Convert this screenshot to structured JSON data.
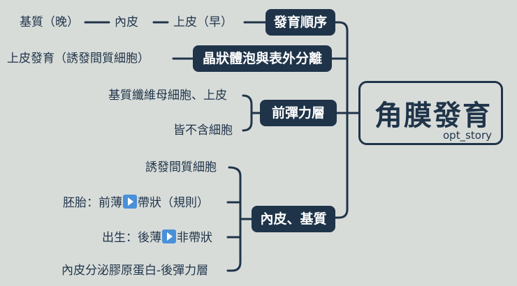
{
  "root": {
    "title": "角膜發育",
    "tag": "opt_story"
  },
  "branches": [
    {
      "label": "發育順序",
      "leaves": [
        "基質（晚）",
        "內皮",
        "上皮（早）"
      ]
    },
    {
      "label": "晶狀體泡與表外分離",
      "leaves": [
        "上皮發育（誘發間質細胞）"
      ]
    },
    {
      "label": "前彈力層",
      "leaves": [
        "基質纖維母細胞、上皮",
        "皆不含細胞"
      ]
    },
    {
      "label": "內皮、基質",
      "leaves": [
        "誘發間質細胞",
        {
          "before": "胚胎：前薄",
          "icon": "play-button-icon",
          "after": "帶狀（規則）"
        },
        {
          "before": "出生：後薄",
          "icon": "play-button-icon",
          "after": "非帶狀"
        },
        "內皮分泌膠原蛋白-後彈力層"
      ]
    }
  ],
  "colors": {
    "node": "#1f3449",
    "background": "#d8dcd9",
    "icon": "#4a90d9"
  }
}
